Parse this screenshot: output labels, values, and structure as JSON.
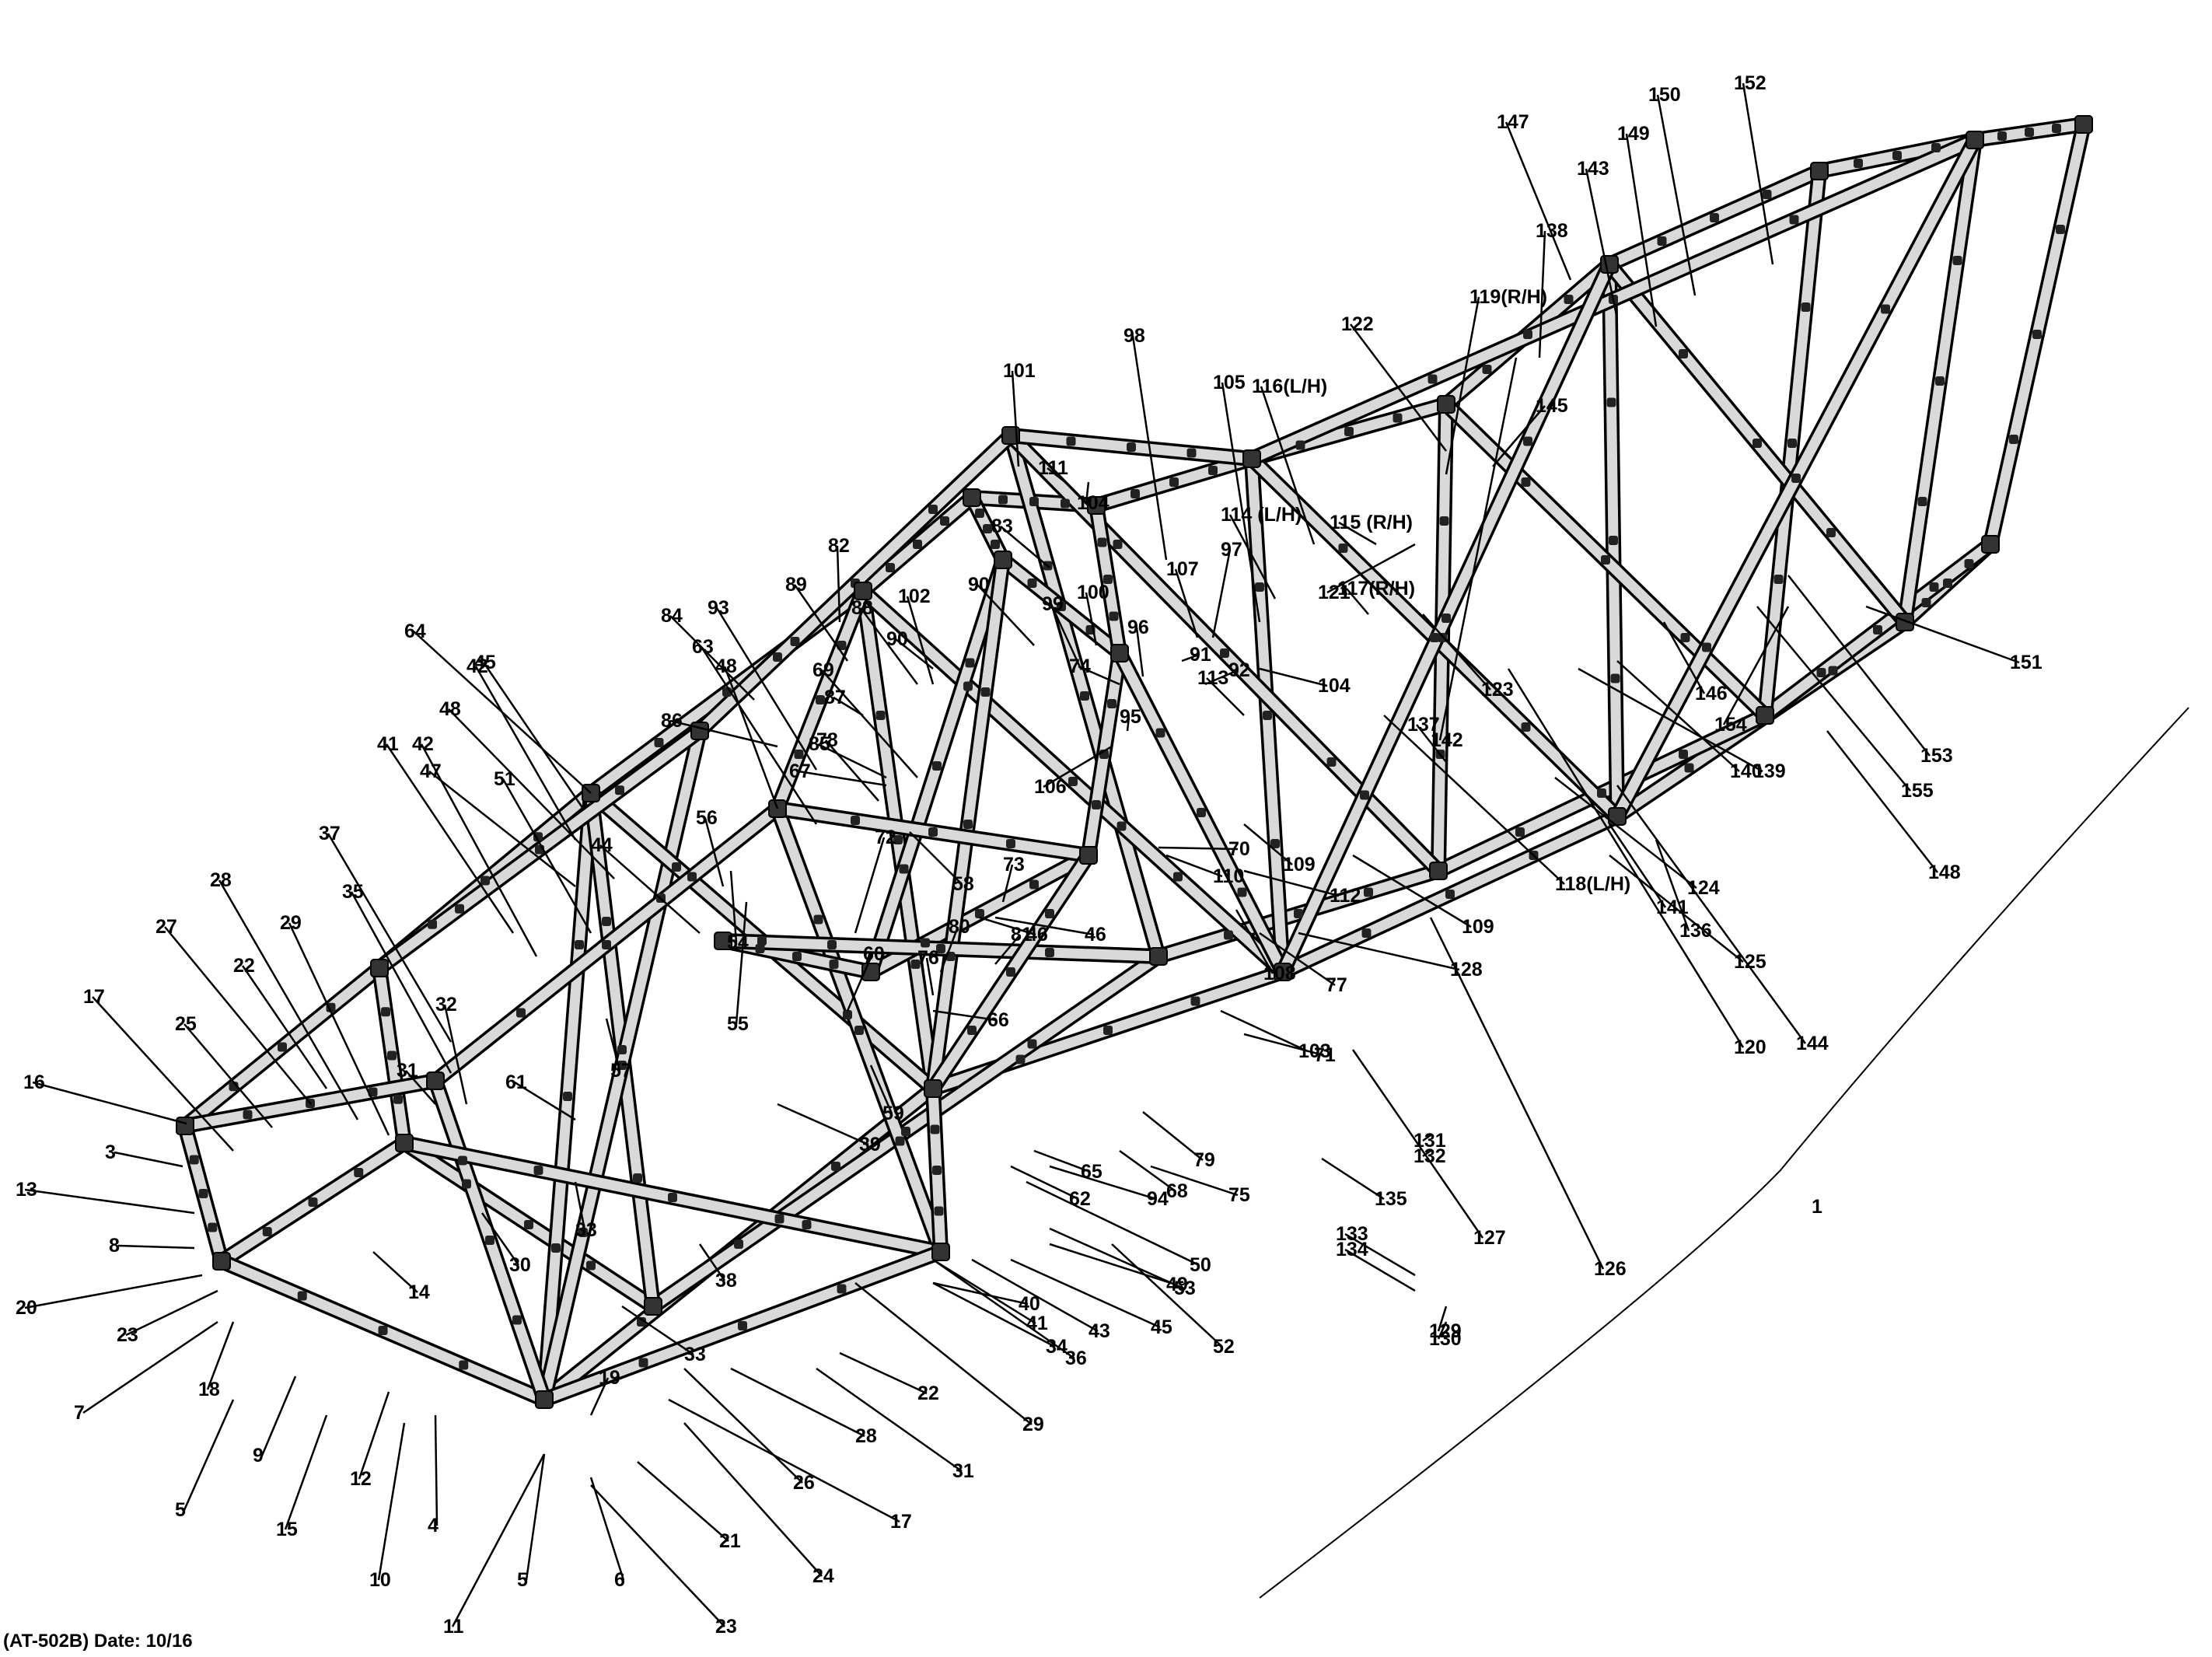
{
  "drawing": {
    "caption": "(AT-502B) Date: 10/16"
  },
  "callouts": [
    "1",
    "3",
    "4",
    "5",
    "5",
    "6",
    "7",
    "8",
    "9",
    "10",
    "11",
    "12",
    "13",
    "14",
    "15",
    "16",
    "17",
    "17",
    "18",
    "19",
    "20",
    "21",
    "22",
    "22",
    "23",
    "23",
    "24",
    "25",
    "26",
    "27",
    "28",
    "28",
    "29",
    "29",
    "30",
    "31",
    "31",
    "32",
    "33",
    "33",
    "34",
    "35",
    "36",
    "37",
    "38",
    "39",
    "40",
    "41",
    "41",
    "42",
    "42",
    "43",
    "44",
    "45",
    "45",
    "46",
    "46",
    "47",
    "48",
    "48",
    "49",
    "50",
    "51",
    "52",
    "53",
    "54",
    "55",
    "56",
    "57",
    "58",
    "59",
    "60",
    "61",
    "62",
    "63",
    "64",
    "65",
    "66",
    "67",
    "68",
    "69",
    "70",
    "71",
    "72",
    "73",
    "74",
    "75",
    "76",
    "77",
    "78",
    "79",
    "80",
    "81",
    "82",
    "83",
    "84",
    "85",
    "86",
    "87",
    "88",
    "89",
    "90",
    "90",
    "91",
    "92",
    "93",
    "94",
    "95",
    "96",
    "97",
    "98",
    "99",
    "100",
    "101",
    "102",
    "103",
    "104",
    "104",
    "105",
    "106",
    "107",
    "108",
    "109",
    "109",
    "110",
    "111",
    "112",
    "113",
    "114 (L/H)",
    "115 (R/H)",
    "116(L/H)",
    "117(R/H)",
    "118(L/H)",
    "119(R/H)",
    "120",
    "121",
    "122",
    "123",
    "124",
    "125",
    "126",
    "127",
    "128",
    "129",
    "130",
    "131",
    "132",
    "133",
    "134",
    "135",
    "136",
    "137",
    "138",
    "139",
    "140",
    "141",
    "142",
    "143",
    "144",
    "145",
    "146",
    "147",
    "148",
    "149",
    "150",
    "151",
    "152",
    "153",
    "154",
    "155"
  ]
}
